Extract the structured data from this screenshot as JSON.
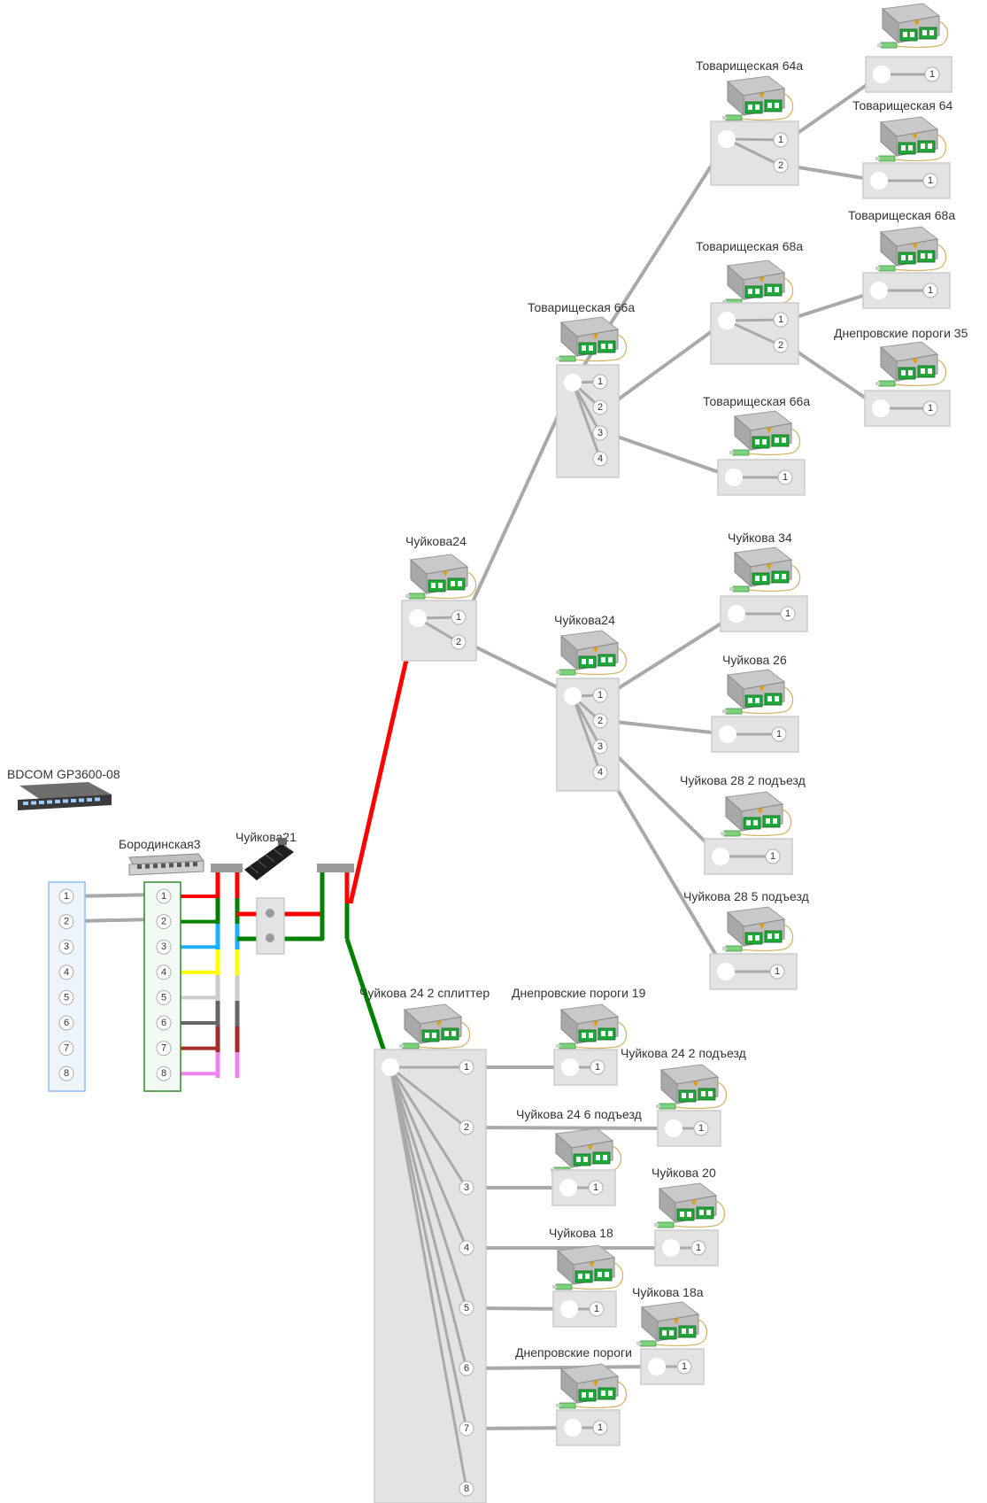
{
  "olt": {
    "title": "BDCOM GP3600-08",
    "ports": [
      "1",
      "2",
      "3",
      "4",
      "5",
      "6",
      "7",
      "8"
    ]
  },
  "patch_panel": {
    "title": "Бородинская3",
    "ports": [
      "1",
      "2",
      "3",
      "4",
      "5",
      "6",
      "7",
      "8"
    ]
  },
  "closure": {
    "title": "Чуйкова21"
  },
  "fiber_colors": [
    "#ff0000",
    "#008000",
    "#1ab2ff",
    "#ffff00",
    "#cccccc",
    "#666666",
    "#a52a2a",
    "#ee82ee"
  ],
  "splitters": {
    "s24": {
      "title": "Чуйкова24",
      "ports": [
        "1",
        "2"
      ]
    },
    "s66a": {
      "title": "Товарищеская 66а",
      "ports": [
        "1",
        "2",
        "3",
        "4"
      ]
    },
    "s64a": {
      "title": "Товарищеская 64а",
      "ports": [
        "1",
        "2"
      ]
    },
    "s68a": {
      "title": "Товарищеская 68а",
      "ports": [
        "1",
        "2"
      ]
    },
    "s24b": {
      "title": "Чуйкова24",
      "ports": [
        "1",
        "2",
        "3",
        "4"
      ]
    },
    "s24_2": {
      "title": "Чуйкова 24 2 сплиттер",
      "ports": [
        "1",
        "2",
        "3",
        "4",
        "5",
        "6",
        "7",
        "8"
      ]
    }
  },
  "endpoints": {
    "e_top": {
      "title": "",
      "port": "1"
    },
    "e_t64": {
      "title": "Товарищеская 64",
      "port": "1"
    },
    "e_t68a": {
      "title": "Товарищеская 68а",
      "port": "1"
    },
    "e_dp35": {
      "title": "Днепровские пороги 35",
      "port": "1"
    },
    "e_t66a": {
      "title": "Товарищеская 66а",
      "port": "1"
    },
    "e_c34": {
      "title": "Чуйкова 34",
      "port": "1"
    },
    "e_c26": {
      "title": "Чуйкова 26",
      "port": "1"
    },
    "e_c28_2": {
      "title": "Чуйкова 28 2 подъезд",
      "port": "1"
    },
    "e_c28_5": {
      "title": "Чуйкова 28 5 подъезд",
      "port": "1"
    },
    "e_dp19": {
      "title": "Днепровские пороги 19",
      "port": "1"
    },
    "e_c24_2p": {
      "title": "Чуйкова 24 2 подъезд",
      "port": "1"
    },
    "e_c24_6p": {
      "title": "Чуйкова 24 6 подъезд",
      "port": "1"
    },
    "e_c20": {
      "title": "Чуйкова 20",
      "port": "1"
    },
    "e_c18": {
      "title": "Чуйкова 18",
      "port": "1"
    },
    "e_c18a": {
      "title": "Чуйкова 18а",
      "port": "1"
    },
    "e_dp": {
      "title": "Днепровские пороги",
      "port": "1"
    },
    "e_p7": {
      "title": "",
      "port": "1"
    }
  }
}
